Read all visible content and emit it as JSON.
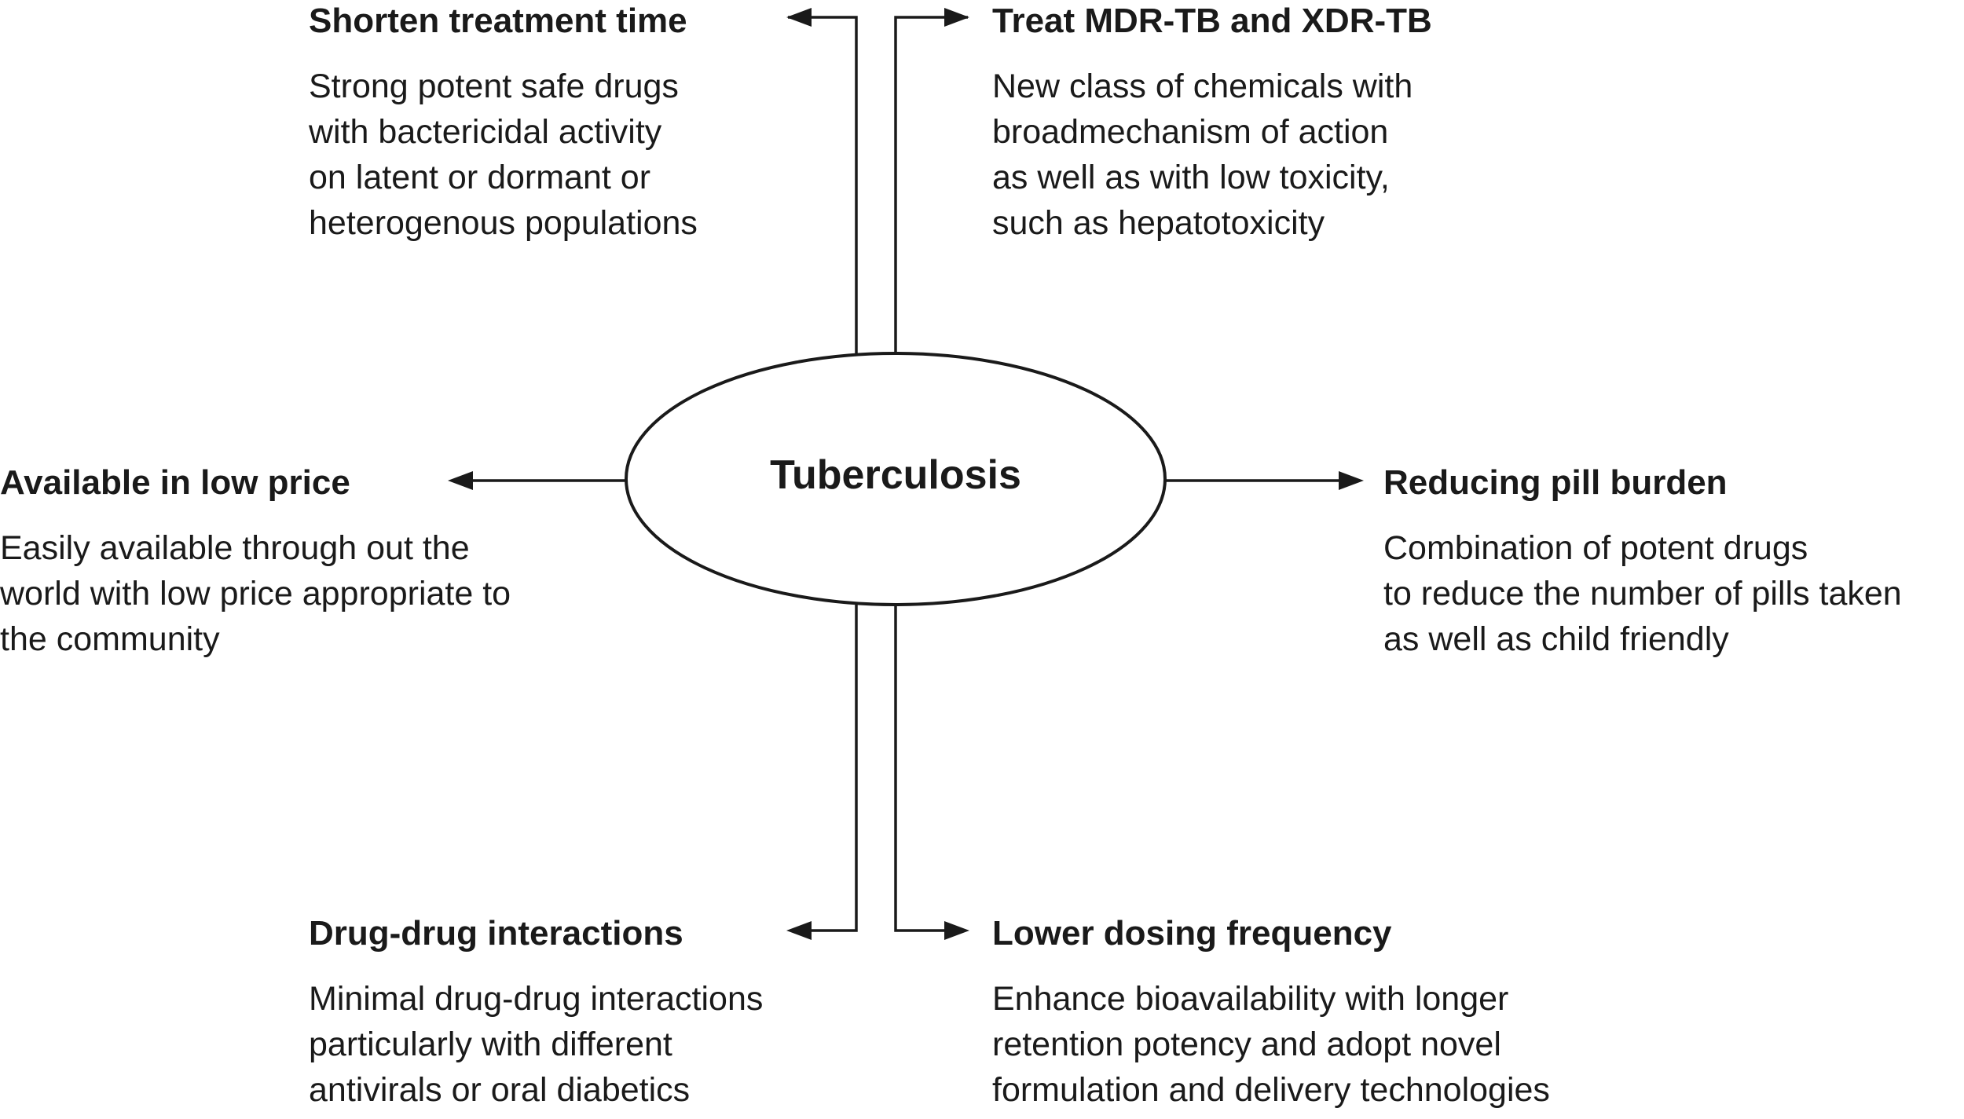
{
  "center": {
    "label": "Tuberculosis"
  },
  "blocks": {
    "shorten": {
      "heading": "Shorten treatment time",
      "lines": [
        "Strong potent safe drugs",
        "with bactericidal activity",
        "on latent or dormant or",
        "heterogenous populations"
      ]
    },
    "treat": {
      "heading": "Treat MDR-TB and XDR-TB",
      "lines": [
        "New class of chemicals with",
        "broadmechanism of action",
        "as well as with low toxicity,",
        "such as hepatotoxicity"
      ]
    },
    "price": {
      "heading": "Available in low price",
      "lines": [
        "Easily available through out the",
        "world with low price appropriate to",
        "the community"
      ]
    },
    "pill": {
      "heading": "Reducing pill burden",
      "lines": [
        "Combination of potent drugs",
        "to reduce the number of pills taken",
        "as well as child friendly"
      ]
    },
    "interactions": {
      "heading": "Drug-drug interactions",
      "lines": [
        "Minimal drug-drug interactions",
        "particularly with different",
        "antivirals or oral diabetics"
      ]
    },
    "dosing": {
      "heading": "Lower dosing frequency",
      "lines": [
        "Enhance bioavailability with longer",
        "retention potency and adopt novel",
        "formulation and delivery technologies"
      ]
    }
  }
}
